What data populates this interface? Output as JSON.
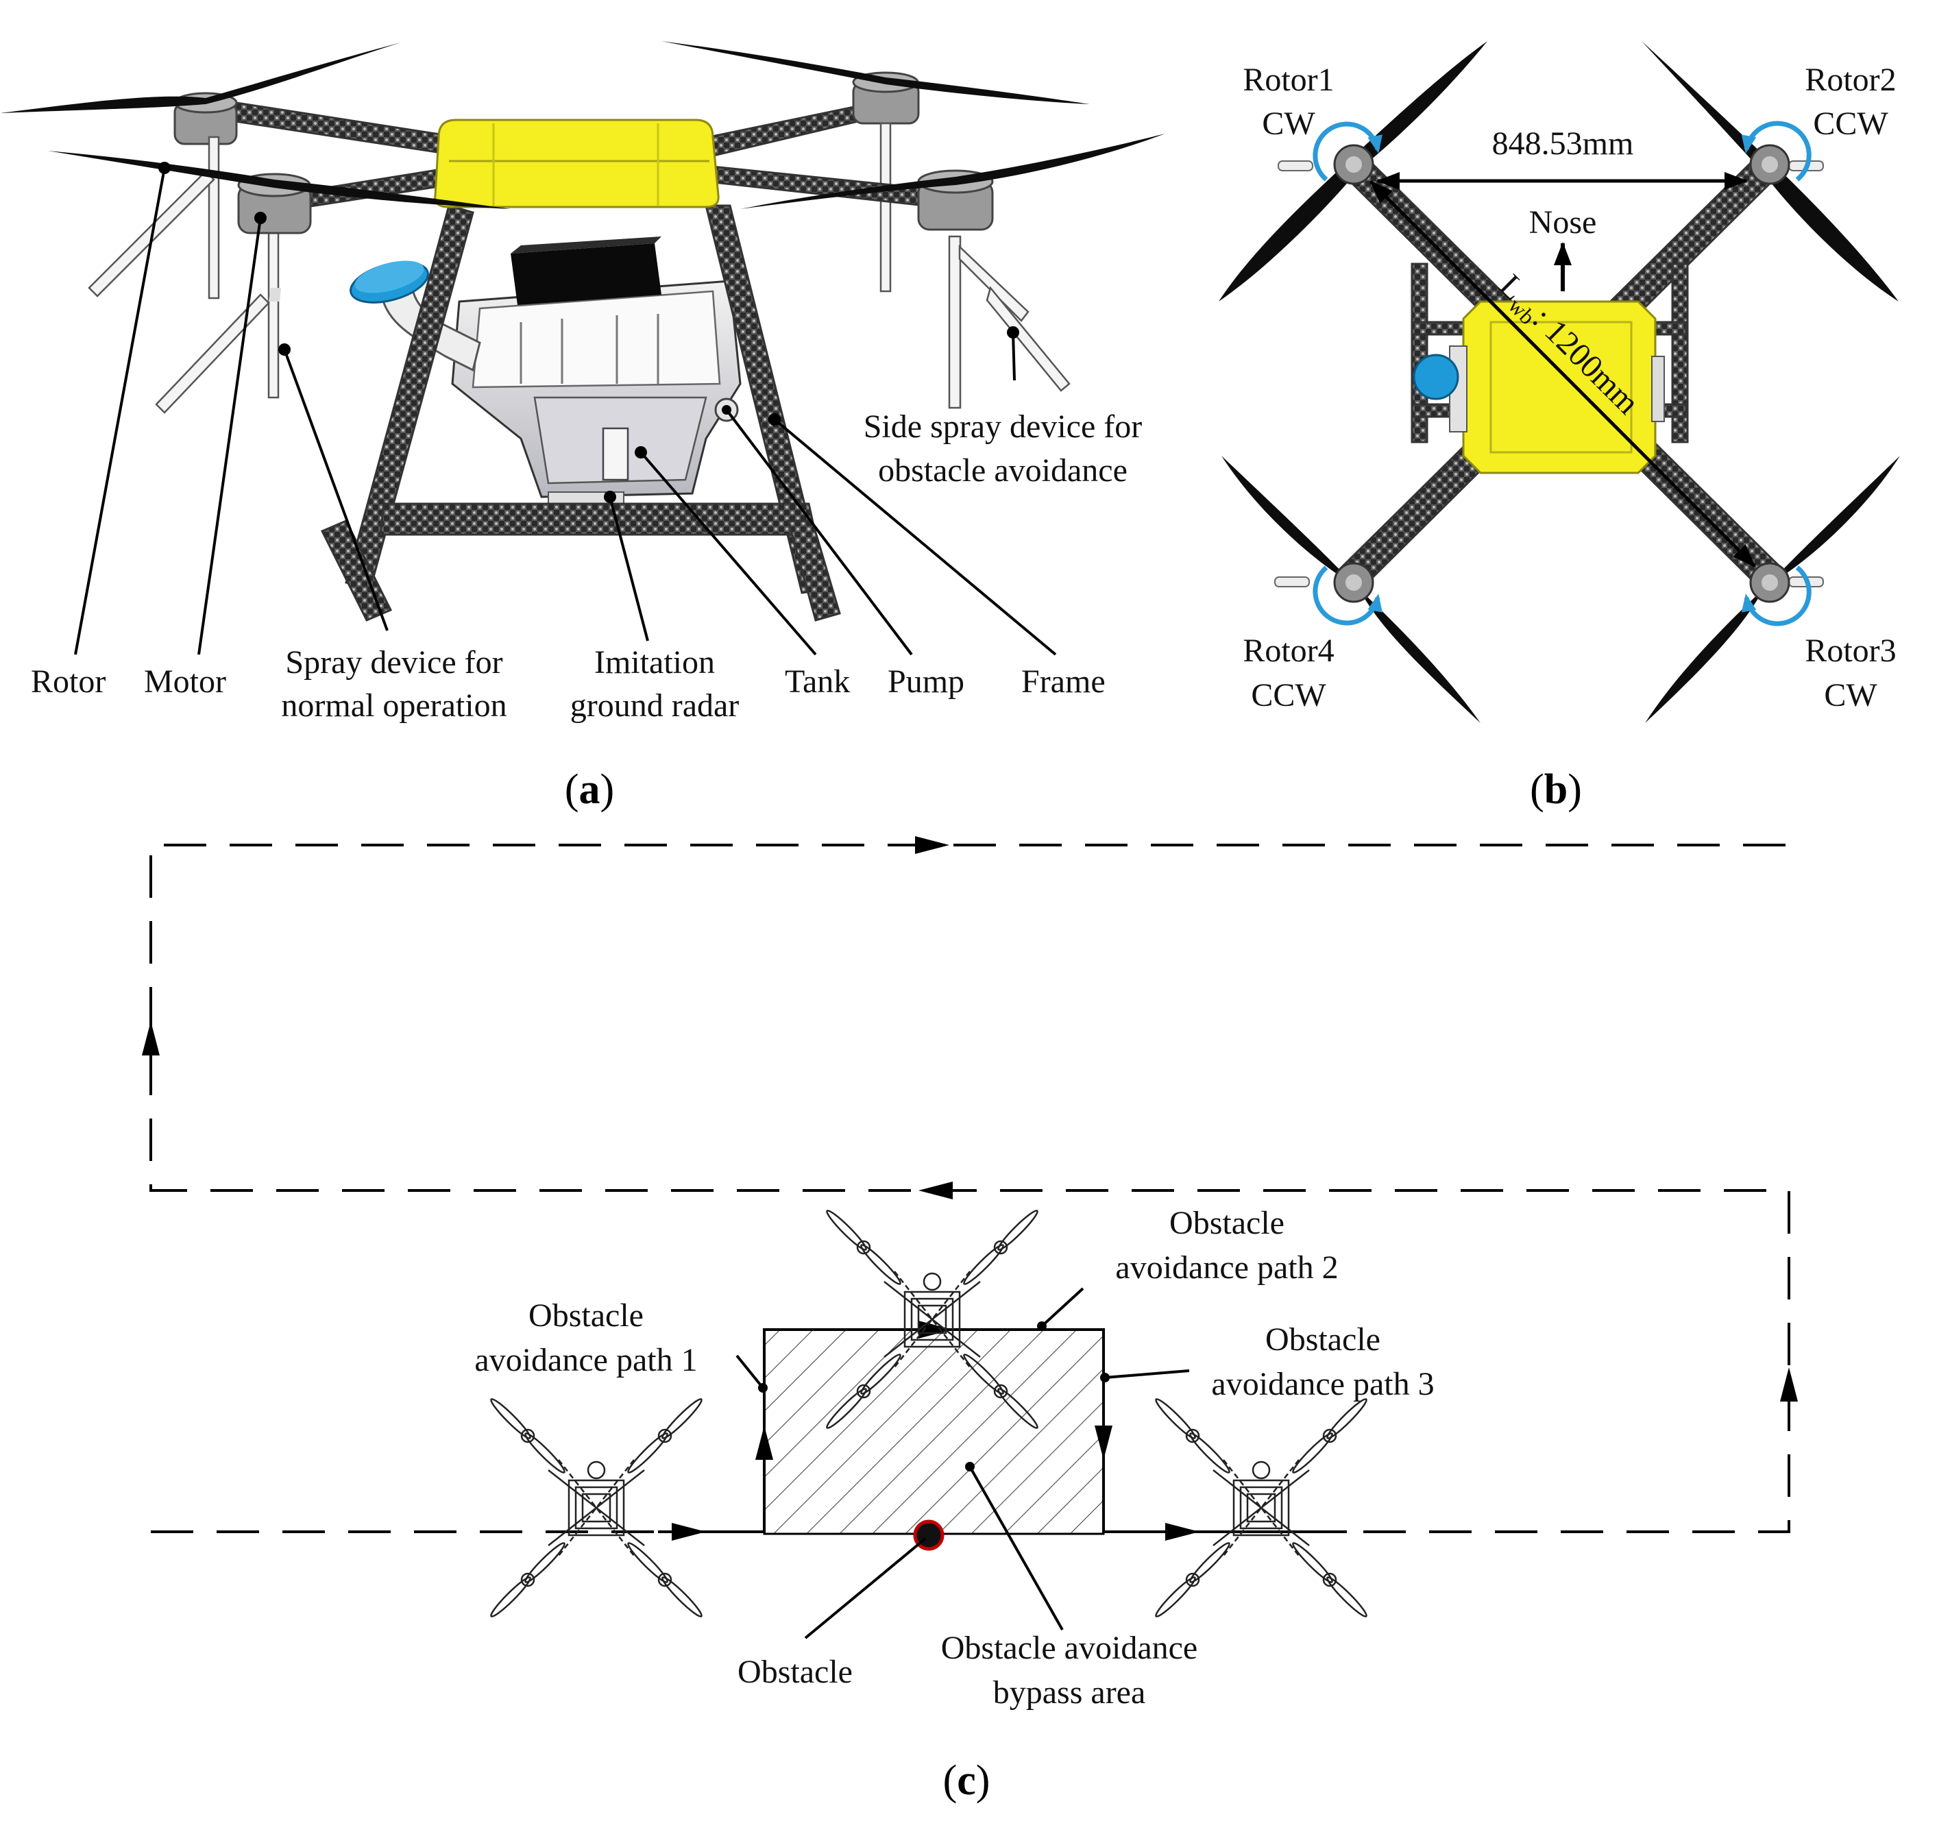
{
  "panel_a": {
    "labels": {
      "rotor": "Rotor",
      "motor": "Motor",
      "spray_normal_1": "Spray device for",
      "spray_normal_2": "normal operation",
      "radar_1": "Imitation",
      "radar_2": "ground radar",
      "tank": "Tank",
      "pump": "Pump",
      "frame": "Frame",
      "side_spray_1": "Side spray device for",
      "side_spray_2": "obstacle avoidance"
    },
    "caption": "a"
  },
  "panel_b": {
    "rotors": [
      {
        "name": "Rotor1",
        "dir": "CW"
      },
      {
        "name": "Rotor2",
        "dir": "CCW"
      },
      {
        "name": "Rotor3",
        "dir": "CW"
      },
      {
        "name": "Rotor4",
        "dir": "CCW"
      }
    ],
    "span_label": "848.53mm",
    "diag_label_sym": "L",
    "diag_label_sub": "wb",
    "diag_label_val": ": 1200mm",
    "nose_label": "Nose",
    "caption": "b"
  },
  "panel_c": {
    "labels": {
      "path1_1": "Obstacle",
      "path1_2": "avoidance path 1",
      "path2_1": "Obstacle",
      "path2_2": "avoidance path 2",
      "path3_1": "Obstacle",
      "path3_2": "avoidance path 3",
      "obstacle": "Obstacle",
      "bypass_1": "Obstacle avoidance",
      "bypass_2": "bypass area"
    },
    "caption": "c"
  },
  "colors": {
    "body_yellow": "#f5ee20",
    "accent_blue": "#2b9ad8",
    "obstacle_red": "#c00000",
    "carbon_dark": "#3a3a3a",
    "motor_grey": "#9a9a9a"
  }
}
